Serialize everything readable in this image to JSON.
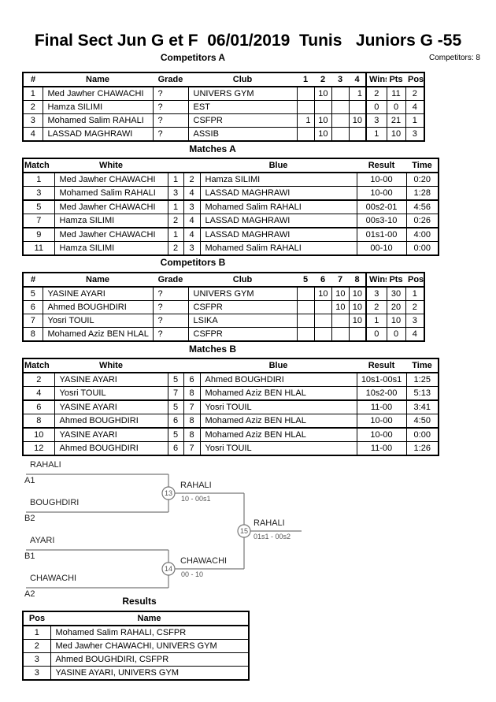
{
  "title": "Final Sect Jun G et F  06/01/2019  Tunis   Juniors G -55",
  "competitors_count_label": "Competitors: 8",
  "tables": {
    "competitors_a": {
      "heading": "Competitors A",
      "columns": [
        "#",
        "Name",
        "Grade",
        "Club",
        "1",
        "2",
        "3",
        "4",
        "Wins",
        "Pts",
        "Pos"
      ],
      "rows": [
        [
          "1",
          "Med Jawher CHAWACHI",
          "?",
          "UNIVERS GYM",
          "",
          "10",
          "",
          "1",
          "2",
          "11",
          "2"
        ],
        [
          "2",
          "Hamza SILIMI",
          "?",
          "EST",
          "",
          "",
          "",
          "",
          "0",
          "0",
          "4"
        ],
        [
          "3",
          "Mohamed Salim RAHALI",
          "?",
          "CSFPR",
          "1",
          "10",
          "",
          "10",
          "3",
          "21",
          "1"
        ],
        [
          "4",
          "LASSAD MAGHRAWI",
          "?",
          "ASSIB",
          "",
          "10",
          "",
          "",
          "1",
          "10",
          "3"
        ]
      ]
    },
    "matches_a": {
      "heading": "Matches A",
      "columns": [
        "Match",
        "White",
        "",
        "",
        "Blue",
        "Result",
        "Time"
      ],
      "rows": [
        [
          "1",
          "Med Jawher CHAWACHI",
          "1",
          "2",
          "Hamza SILIMI",
          "10-00",
          "0:20"
        ],
        [
          "3",
          "Mohamed Salim RAHALI",
          "3",
          "4",
          "LASSAD MAGHRAWI",
          "10-00",
          "1:28"
        ],
        [
          "5",
          "Med Jawher CHAWACHI",
          "1",
          "3",
          "Mohamed Salim RAHALI",
          "00s2-01",
          "4:56"
        ],
        [
          "7",
          "Hamza SILIMI",
          "2",
          "4",
          "LASSAD MAGHRAWI",
          "00s3-10",
          "0:26"
        ],
        [
          "9",
          "Med Jawher CHAWACHI",
          "1",
          "4",
          "LASSAD MAGHRAWI",
          "01s1-00",
          "4:00"
        ],
        [
          "11",
          "Hamza SILIMI",
          "2",
          "3",
          "Mohamed Salim RAHALI",
          "00-10",
          "0:00"
        ]
      ]
    },
    "competitors_b": {
      "heading": "Competitors B",
      "columns": [
        "#",
        "Name",
        "Grade",
        "Club",
        "5",
        "6",
        "7",
        "8",
        "Wins",
        "Pts",
        "Pos"
      ],
      "rows": [
        [
          "5",
          "YASINE AYARI",
          "?",
          "UNIVERS GYM",
          "",
          "10",
          "10",
          "10",
          "3",
          "30",
          "1"
        ],
        [
          "6",
          "Ahmed BOUGHDIRI",
          "?",
          "CSFPR",
          "",
          "",
          "10",
          "10",
          "2",
          "20",
          "2"
        ],
        [
          "7",
          "Yosri TOUIL",
          "?",
          "LSIKA",
          "",
          "",
          "",
          "10",
          "1",
          "10",
          "3"
        ],
        [
          "8",
          "Mohamed Aziz BEN HLAL",
          "?",
          "CSFPR",
          "",
          "",
          "",
          "",
          "0",
          "0",
          "4"
        ]
      ]
    },
    "matches_b": {
      "heading": "Matches B",
      "columns": [
        "Match",
        "White",
        "",
        "",
        "Blue",
        "Result",
        "Time"
      ],
      "rows": [
        [
          "2",
          "YASINE AYARI",
          "5",
          "6",
          "Ahmed BOUGHDIRI",
          "10s1-00s1",
          "1:25"
        ],
        [
          "4",
          "Yosri TOUIL",
          "7",
          "8",
          "Mohamed Aziz BEN HLAL",
          "10s2-00",
          "5:13"
        ],
        [
          "6",
          "YASINE AYARI",
          "5",
          "7",
          "Yosri TOUIL",
          "11-00",
          "3:41"
        ],
        [
          "8",
          "Ahmed BOUGHDIRI",
          "6",
          "8",
          "Mohamed Aziz BEN HLAL",
          "10-00",
          "4:50"
        ],
        [
          "10",
          "YASINE AYARI",
          "5",
          "8",
          "Mohamed Aziz BEN HLAL",
          "10-00",
          "0:00"
        ],
        [
          "12",
          "Ahmed BOUGHDIRI",
          "6",
          "7",
          "Yosri TOUIL",
          "11-00",
          "1:26"
        ]
      ]
    },
    "results": {
      "heading": "Results",
      "columns": [
        "Pos",
        "Name"
      ],
      "rows": [
        [
          "1",
          "Mohamed Salim RAHALI, CSFPR"
        ],
        [
          "2",
          "Med Jawher CHAWACHI, UNIVERS GYM"
        ],
        [
          "3",
          "Ahmed BOUGHDIRI, CSFPR"
        ],
        [
          "3",
          "YASINE AYARI, UNIVERS GYM"
        ]
      ]
    }
  },
  "bracket": {
    "seeds": [
      {
        "name": "RAHALI",
        "seed": "A1"
      },
      {
        "name": "BOUGHDIRI",
        "seed": "B2"
      },
      {
        "name": "AYARI",
        "seed": "B1"
      },
      {
        "name": "CHAWACHI",
        "seed": "A2"
      }
    ],
    "matches": [
      {
        "number": "13",
        "winner": "RAHALI",
        "score": "10 - 00s1"
      },
      {
        "number": "14",
        "winner": "CHAWACHI",
        "score": "00 - 10"
      },
      {
        "number": "15",
        "winner": "RAHALI",
        "score": "01s1 - 00s2"
      }
    ]
  }
}
